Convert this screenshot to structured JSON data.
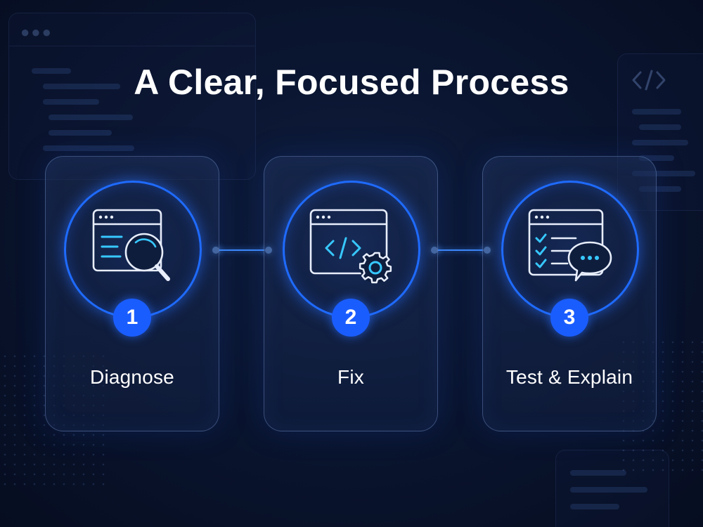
{
  "title": "A Clear, Focused Process",
  "accent_color": "#1a5dff",
  "steps": [
    {
      "number": "1",
      "label": "Diagnose",
      "icon": "window-magnifier-icon"
    },
    {
      "number": "2",
      "label": "Fix",
      "icon": "window-code-gear-icon"
    },
    {
      "number": "3",
      "label": "Test & Explain",
      "icon": "window-checklist-chat-icon"
    }
  ],
  "background_icon": "code-brackets-icon"
}
